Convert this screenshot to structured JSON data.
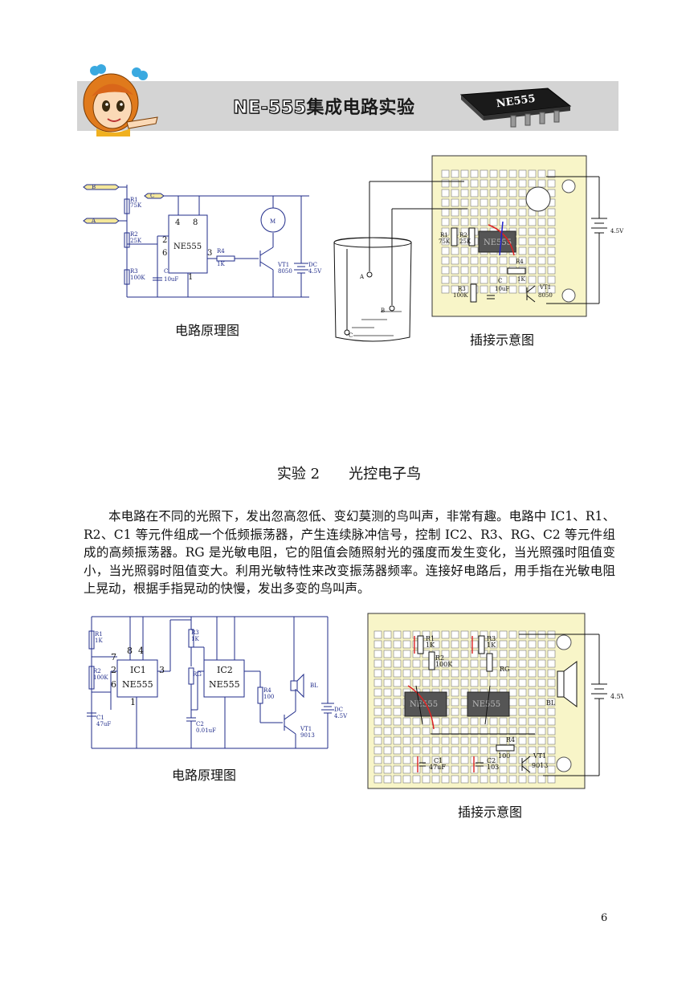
{
  "header": {
    "title_en": "NE-555",
    "title_cn": "集成电路实验",
    "chip_label": "NE555"
  },
  "diagram1": {
    "schematic": {
      "caption": "电路原理图",
      "terminals": [
        "B",
        "A",
        "C"
      ],
      "r1": [
        "R1",
        "75K"
      ],
      "r2": [
        "R2",
        "25K"
      ],
      "r3": [
        "R3",
        "100K"
      ],
      "c": [
        "C",
        "10uF"
      ],
      "ic": "NE555",
      "pins": [
        "4",
        "8",
        "2",
        "6",
        "3",
        "1"
      ],
      "r4": [
        "R4",
        "1K"
      ],
      "motor": "M",
      "vt1": [
        "VT1",
        "8050"
      ],
      "dc": [
        "DC",
        "4.5V"
      ]
    },
    "breadboard": {
      "caption": "插接示意图",
      "beaker_labels": [
        "A",
        "B",
        "C"
      ],
      "r1": [
        "R1",
        "75K"
      ],
      "r2": [
        "R2",
        "25K"
      ],
      "ic": "NE555",
      "r4": [
        "R4",
        "1K"
      ],
      "c": [
        "C",
        "10uF"
      ],
      "r3": [
        "R3",
        "100K"
      ],
      "vt1": [
        "VT1",
        "8050"
      ],
      "battery": "4.5V"
    }
  },
  "section": {
    "title": "实验 2　　光控电子鸟",
    "paragraph": "本电路在不同的光照下，发出忽高忽低、变幻莫测的鸟叫声，非常有趣。电路中 IC1、R1、R2、C1 等元件组成一个低频振荡器，产生连续脉冲信号，控制 IC2、R3、RG、C2 等元件组成的高频振荡器。RG 是光敏电阻，它的阻值会随照射光的强度而发生变化，当光照强时阻值变小，当光照弱时阻值变大。利用光敏特性来改变振荡器频率。连接好电路后，用手指在光敏电阻上晃动，根据手指晃动的快慢，发出多变的鸟叫声。"
  },
  "diagram2": {
    "schematic": {
      "caption": "电路原理图",
      "r1": [
        "R1",
        "1K"
      ],
      "r2": [
        "R2",
        "100K"
      ],
      "c1": [
        "C1",
        "47uF"
      ],
      "ic1": [
        "IC1",
        "NE555"
      ],
      "r3": [
        "R3",
        "1K"
      ],
      "rg": "RG",
      "c2": [
        "C2",
        "0.01uF"
      ],
      "ic2": [
        "IC2",
        "NE555"
      ],
      "r4": [
        "R4",
        "100"
      ],
      "vt1": [
        "VT1",
        "9013"
      ],
      "bl": "BL",
      "dc": [
        "DC",
        "4.5V"
      ],
      "pins": [
        "7",
        "8",
        "4",
        "2",
        "6",
        "3",
        "1"
      ]
    },
    "breadboard": {
      "caption": "插接示意图",
      "r1": [
        "R1",
        "1K"
      ],
      "r2": [
        "R2",
        "100K"
      ],
      "r3": [
        "R3",
        "1K"
      ],
      "rg": "RG",
      "ic": "NE555",
      "r4": [
        "R4",
        "100"
      ],
      "c1": [
        "C1",
        "47uF"
      ],
      "c2": [
        "C2",
        "103"
      ],
      "vt1": [
        "VT1",
        "9013"
      ],
      "bl": "BL",
      "battery": "4.5V"
    }
  },
  "page_number": "6"
}
